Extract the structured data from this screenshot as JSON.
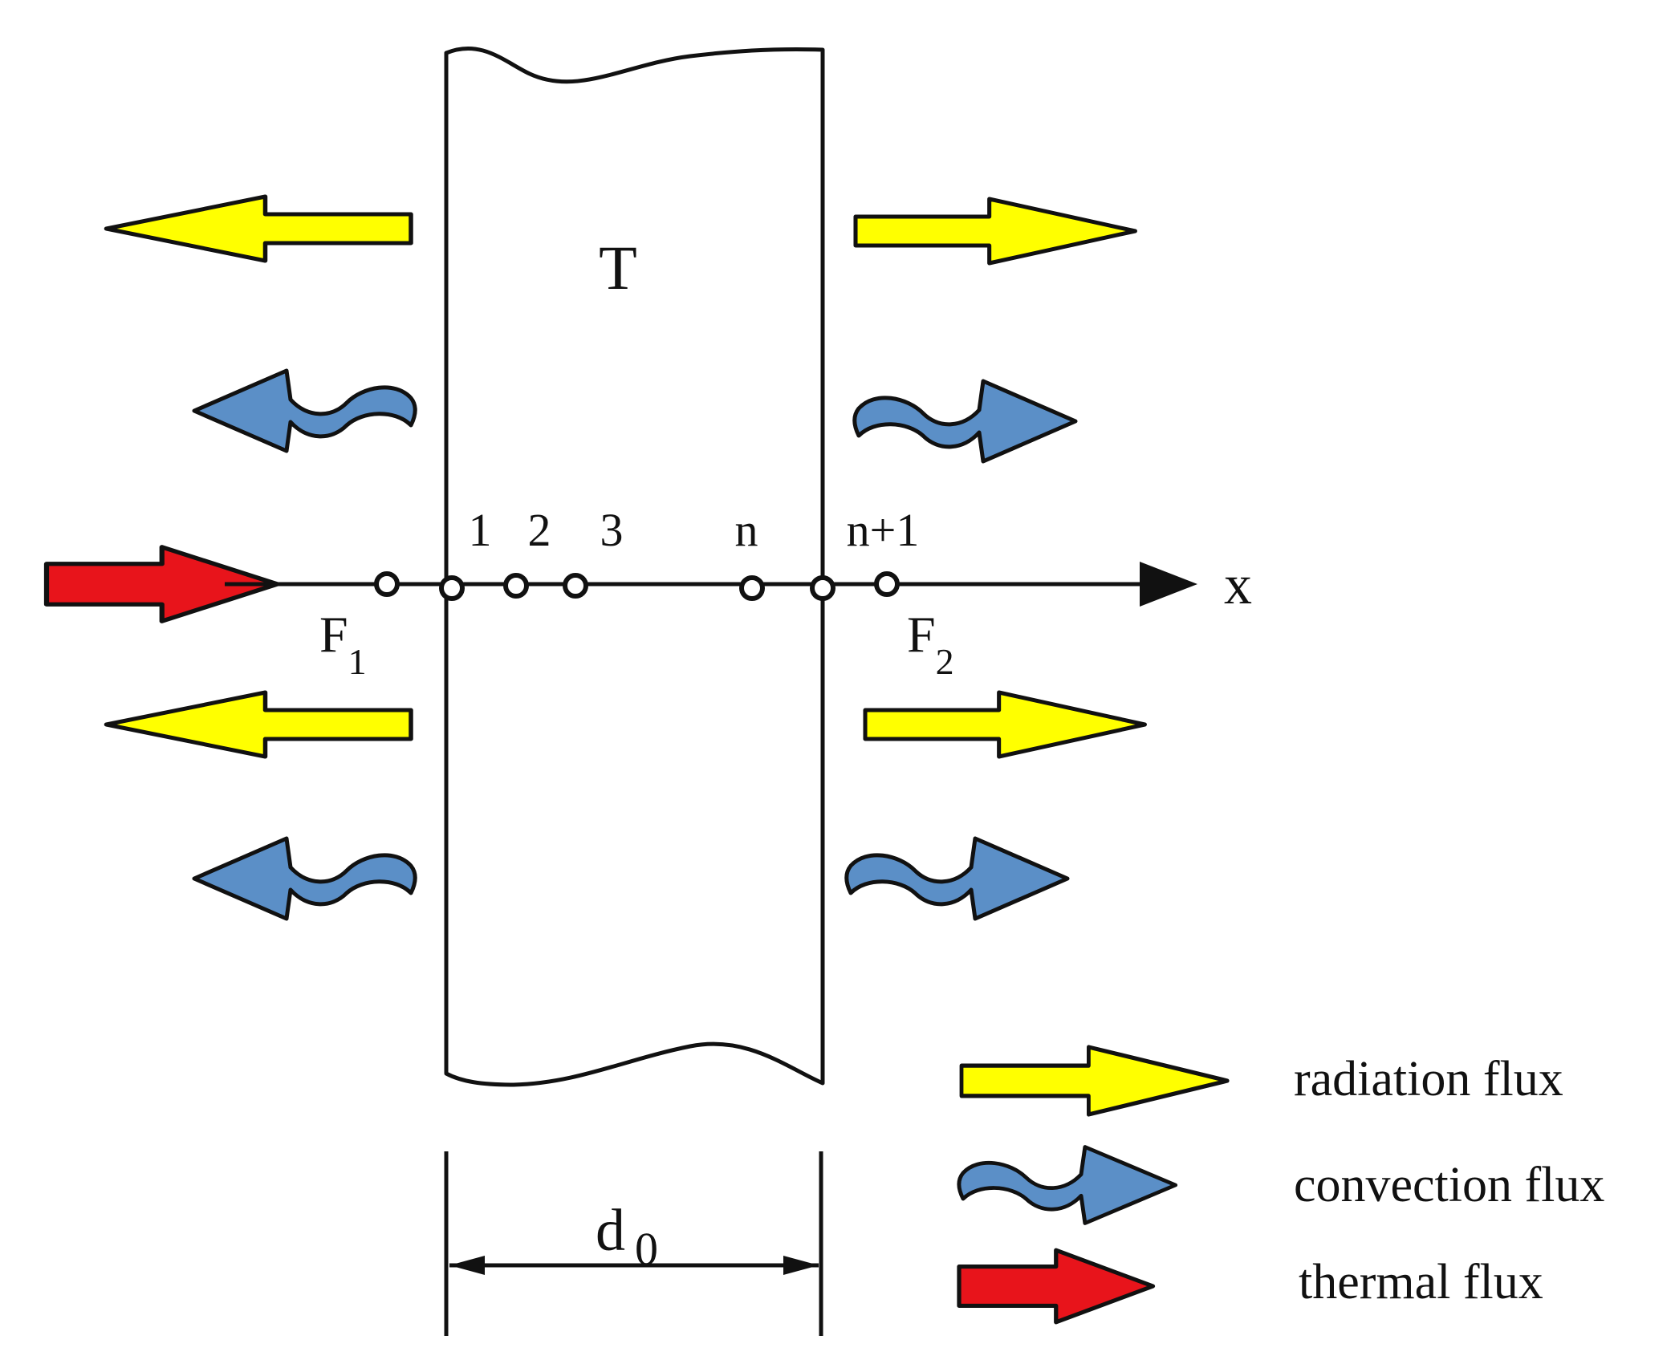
{
  "slab": {
    "label": "T"
  },
  "axis": {
    "label": "x"
  },
  "nodes": [
    "1",
    "2",
    "3",
    "n",
    "n+1"
  ],
  "boundaries": {
    "left": "F",
    "left_sub": "1",
    "right": "F",
    "right_sub": "2"
  },
  "thickness": {
    "label": "d",
    "sub": "0"
  },
  "legend": [
    {
      "label": "radiation flux",
      "icon": "yellow-arrow-icon"
    },
    {
      "label": "convection flux",
      "icon": "blue-wavy-arrow-icon"
    },
    {
      "label": "thermal flux",
      "icon": "red-arrow-icon"
    }
  ],
  "colors": {
    "radiation": "#ffff00",
    "convection": "#5b8fc7",
    "thermal": "#e8141b",
    "stroke": "#111111"
  }
}
